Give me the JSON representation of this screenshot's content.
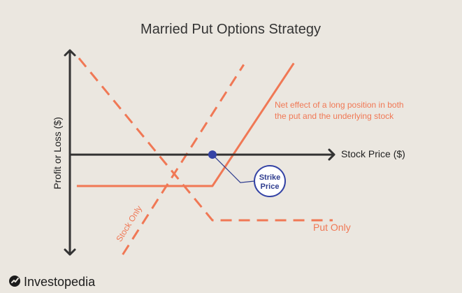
{
  "chart_data": {
    "type": "line",
    "title": "Married Put Options Strategy",
    "xlabel": "Stock Price ($)",
    "ylabel": "Profit or Loss ($)",
    "xlim": [
      0,
      380
    ],
    "ylim": [
      -140,
      146
    ],
    "strike": 205,
    "strike_label_line1": "Strike",
    "strike_label_line2": "Price",
    "series": [
      {
        "name": "Net effect of a long position in both the put and the underlying stock",
        "label_line1": "Net effect of a long position in both",
        "label_line2": "the put and the underlying stock",
        "style": "solid",
        "x": [
          10,
          205,
          322
        ],
        "y": [
          -44,
          -44,
          128
        ]
      },
      {
        "name": "Stock Only",
        "style": "dashed",
        "x": [
          76,
          250
        ],
        "y": [
          -140,
          126
        ]
      },
      {
        "name": "Put Only",
        "style": "dashed",
        "x": [
          13,
          205,
          378
        ],
        "y": [
          135,
          -92,
          -92
        ]
      }
    ]
  },
  "colors": {
    "background": "#ebe7e0",
    "line": "#f07855",
    "axis": "#333333",
    "strike_point": "#3443a5",
    "strike_text": "#2f3d8f"
  },
  "brand": {
    "name": "Investopedia",
    "icon": "investopedia-logo-icon"
  }
}
